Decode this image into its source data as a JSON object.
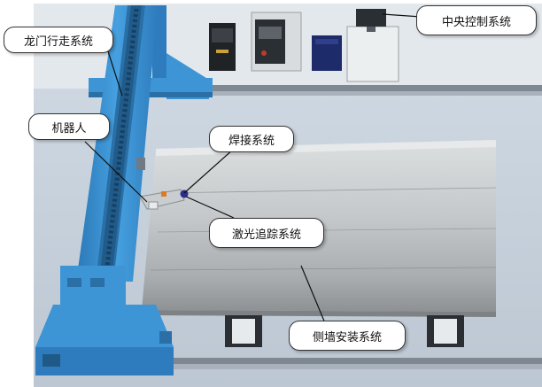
{
  "labels": {
    "gantry": "龙门行走系统",
    "robot": "机器人",
    "welding": "焊接系统",
    "laser": "激光追踪系统",
    "sidewall": "侧墙安装系统",
    "central": "中央控制系统"
  },
  "colors": {
    "gantry_blue": "#3d95d6",
    "gantry_dark": "#2a6fa6",
    "floor": "#c9d3de",
    "rail": "#8f9aa6",
    "workpiece": "#c8cbcc",
    "callout_border": "#333333"
  }
}
